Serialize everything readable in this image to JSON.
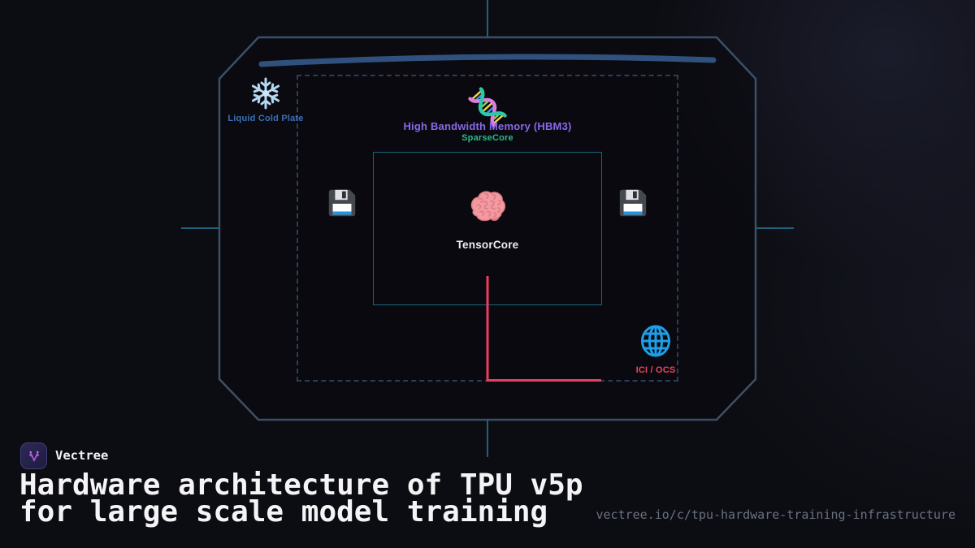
{
  "brand": {
    "name": "Vectree",
    "logo_icon": "vectree-v-icon"
  },
  "title": {
    "line1": "Hardware architecture of TPU v5p",
    "line2": "for large scale model training"
  },
  "footer": {
    "url": "vectree.io/c/tpu-hardware-training-infrastructure"
  },
  "diagram": {
    "nodes": {
      "cooling": {
        "label": "Liquid Cold Plate",
        "icon": "snowflake-icon",
        "color": "#3a6fb5"
      },
      "memory": {
        "label": "High Bandwidth Memory (HBM3)",
        "icon": "dna-icon",
        "color": "#8a68e8"
      },
      "sparsecore": {
        "label": "SparseCore",
        "color": "#2eb88d"
      },
      "compute": {
        "label": "TensorCore",
        "icon": "brain-icon",
        "color": "#eceff2"
      },
      "network": {
        "label": "ICI / OCS",
        "icon": "globe-icon",
        "color": "#ed4560"
      },
      "storage_left": {
        "icon": "floppy-disk-icon"
      },
      "storage_right": {
        "icon": "floppy-disk-icon"
      }
    },
    "colors": {
      "frame": "#3d4f66",
      "accent_teal": "#20607a",
      "top_arc": "#30517e",
      "dashed_border": "#2b3e57",
      "tensorcore_border": "#156878",
      "connector_red": "#ea3f5e",
      "background": "#0c0d12"
    }
  }
}
